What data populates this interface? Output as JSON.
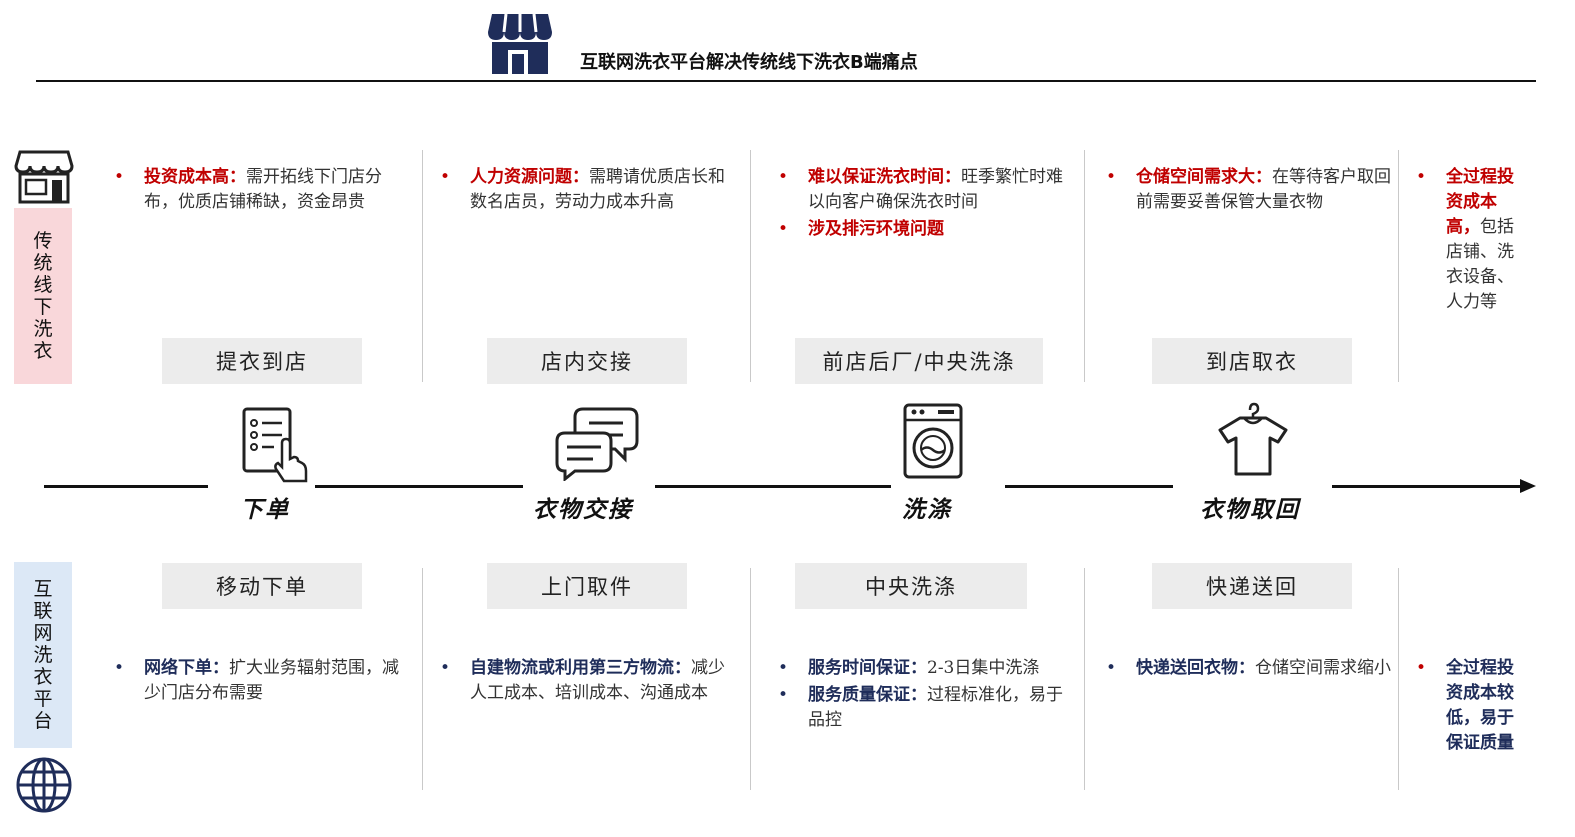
{
  "header": {
    "title": "互联网洗衣平台解决传统线下洗衣B端痛点"
  },
  "side_labels": {
    "traditional": [
      "传",
      "统",
      "线",
      "下",
      "洗",
      "衣"
    ],
    "internet": [
      "互",
      "联",
      "网",
      "洗",
      "衣",
      "平",
      "台"
    ]
  },
  "traditional": {
    "steps": [
      "提衣到店",
      "店内交接",
      "前店后厂/中央洗涤",
      "到店取衣"
    ],
    "col1": {
      "kw": "投资成本高：",
      "text": "需开拓线下门店分布，优质店铺稀缺，资金昂贵"
    },
    "col2": {
      "kw": "人力资源问题：",
      "text": "需聘请优质店长和数名店员，劳动力成本升高"
    },
    "col3a": {
      "kw": "难以保证洗衣时间：",
      "text": "旺季繁忙时难以向客户确保洗衣时间"
    },
    "col3b": {
      "kw": "涉及排污环境问题",
      "text": ""
    },
    "col4": {
      "kw": "仓储空间需求大：",
      "text": "在等待客户取回前需要妥善保管大量衣物"
    },
    "col5": {
      "kw": "全过程投资成本高，",
      "text": "包括店铺、洗衣设备、人力等"
    }
  },
  "timeline": {
    "labels": [
      "下单",
      "衣物交接",
      "洗涤",
      "衣物取回"
    ]
  },
  "internet": {
    "steps": [
      "移动下单",
      "上门取件",
      "中央洗涤",
      "快递送回"
    ],
    "col1": {
      "kw": "网络下单：",
      "text": "扩大业务辐射范围，减少门店分布需要"
    },
    "col2": {
      "kw": "自建物流或利用第三方物流：",
      "text": "减少人工成本、培训成本、沟通成本"
    },
    "col3a": {
      "kw": "服务时间保证：",
      "text": "2-3日集中洗涤"
    },
    "col3b": {
      "kw": "服务质量保证：",
      "text": "过程标准化，易于品控"
    },
    "col4": {
      "kw": "快递送回衣物：",
      "text": "仓储空间需求缩小"
    },
    "col5": {
      "kw": "全过程投资成本较低，易于保证质量",
      "text": ""
    }
  },
  "colors": {
    "red": "#c00000",
    "navy": "#1f2d5a",
    "pink_bg": "#f9d7da",
    "blue_bg": "#dce8f6",
    "box_bg": "#ececec"
  },
  "icons": [
    "store-icon",
    "checklist-hand-icon",
    "chat-bubbles-icon",
    "washing-machine-icon",
    "shirt-hanger-icon",
    "globe-icon"
  ]
}
